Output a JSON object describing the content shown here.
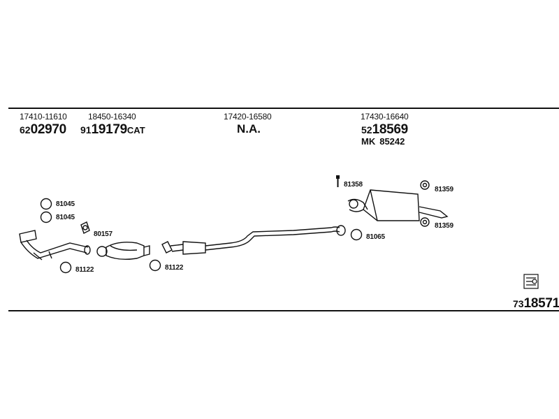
{
  "header": {
    "parts": [
      {
        "oe": "17410-11610",
        "prefix": "62",
        "code": "02970",
        "suffix": ""
      },
      {
        "oe": "18450-16340",
        "prefix": "91",
        "code": "19179",
        "suffix": "CAT"
      },
      {
        "oe": "17420-16580",
        "na": "N.A."
      },
      {
        "oe": "17430-16640",
        "prefix": "52",
        "code": "18569",
        "suffix": ""
      }
    ],
    "mk_prefix": "MK",
    "mk_code": "85242"
  },
  "labels": {
    "ring_81045_a": "81045",
    "ring_81045_b": "81045",
    "gasket_80157": "80157",
    "ring_81122_a": "81122",
    "ring_81122_b": "81122",
    "bolt_81358": "81358",
    "hanger_81359_a": "81359",
    "hanger_81359_b": "81359",
    "ring_81065": "81065"
  },
  "footer": {
    "prefix": "73",
    "code": "18571"
  }
}
